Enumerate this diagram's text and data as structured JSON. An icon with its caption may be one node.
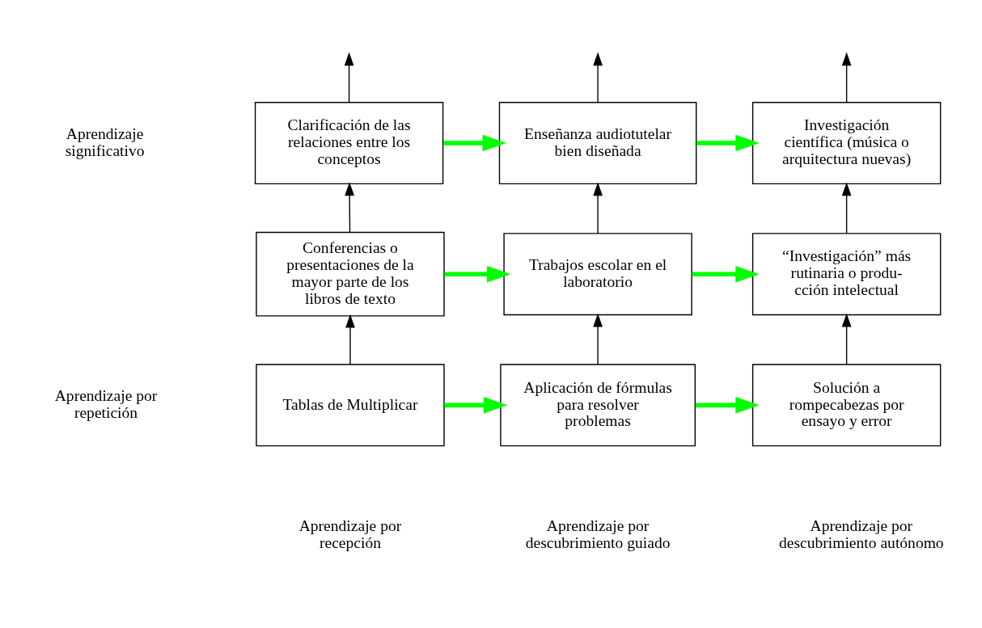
{
  "diagram": {
    "nodes": [
      {
        "text": [
          "Clarificación de las relaciones entre los conceptos"
        ]
      },
      {
        "text": [
          "Enseñanza audiotutelar bien diseñada"
        ]
      },
      {
        "text": [
          "Investigación científica (música o arquitectura nuevas)"
        ]
      },
      {
        "text": [
          "Conferencias o presentaciones de la mayor parte de los libros de texto"
        ]
      },
      {
        "text": [
          "Trabajos escolar en el laboratorio"
        ]
      },
      {
        "text": [
          "“Investigación” más rutinaria o produ- cción intelectual"
        ]
      },
      {
        "text": [
          "Tablas de Multiplicar"
        ]
      },
      {
        "text": [
          "Aplicación de fórmulas para resolver problemas"
        ]
      },
      {
        "text": [
          "Solución a rompecabezas por ensayo y error"
        ]
      }
    ],
    "edges": [
      {
        "from": 6,
        "to": 3,
        "arrow": "to"
      },
      {
        "from": 3,
        "to": 0,
        "arrow": "to"
      },
      {
        "from": 0,
        "to": null,
        "arrow": "to"
      },
      {
        "from": 7,
        "to": 4,
        "arrow": "to"
      },
      {
        "from": 4,
        "to": 1,
        "arrow": "to"
      },
      {
        "from": 1,
        "to": null,
        "arrow": "to"
      },
      {
        "from": 8,
        "to": 5,
        "arrow": "to"
      },
      {
        "from": 5,
        "to": 2,
        "arrow": "to"
      },
      {
        "from": 2,
        "to": null,
        "arrow": "to"
      },
      {
        "from": 0,
        "to": 1,
        "arrow": "to",
        "style": "thick",
        "color": "#00ff00"
      },
      {
        "from": 1,
        "to": 2,
        "arrow": "to",
        "style": "thick",
        "color": "#00ff00"
      },
      {
        "from": 3,
        "to": 4,
        "arrow": "to",
        "style": "thick",
        "color": "#00ff00"
      },
      {
        "from": 4,
        "to": 5,
        "arrow": "to",
        "style": "thick",
        "color": "#00ff00"
      },
      {
        "from": 6,
        "to": 7,
        "arrow": "to",
        "style": "thick",
        "color": "#00ff00"
      },
      {
        "from": 7,
        "to": 8,
        "arrow": "to",
        "style": "thick",
        "color": "#00ff00"
      }
    ],
    "labels": [
      "Aprendizaje significativo",
      "Aprendizaje por repetición",
      "Aprendizaje por recepción",
      "Aprendizaje por descubrimiento guiado",
      "Aprendizaje por descubrimiento autónomo"
    ]
  }
}
